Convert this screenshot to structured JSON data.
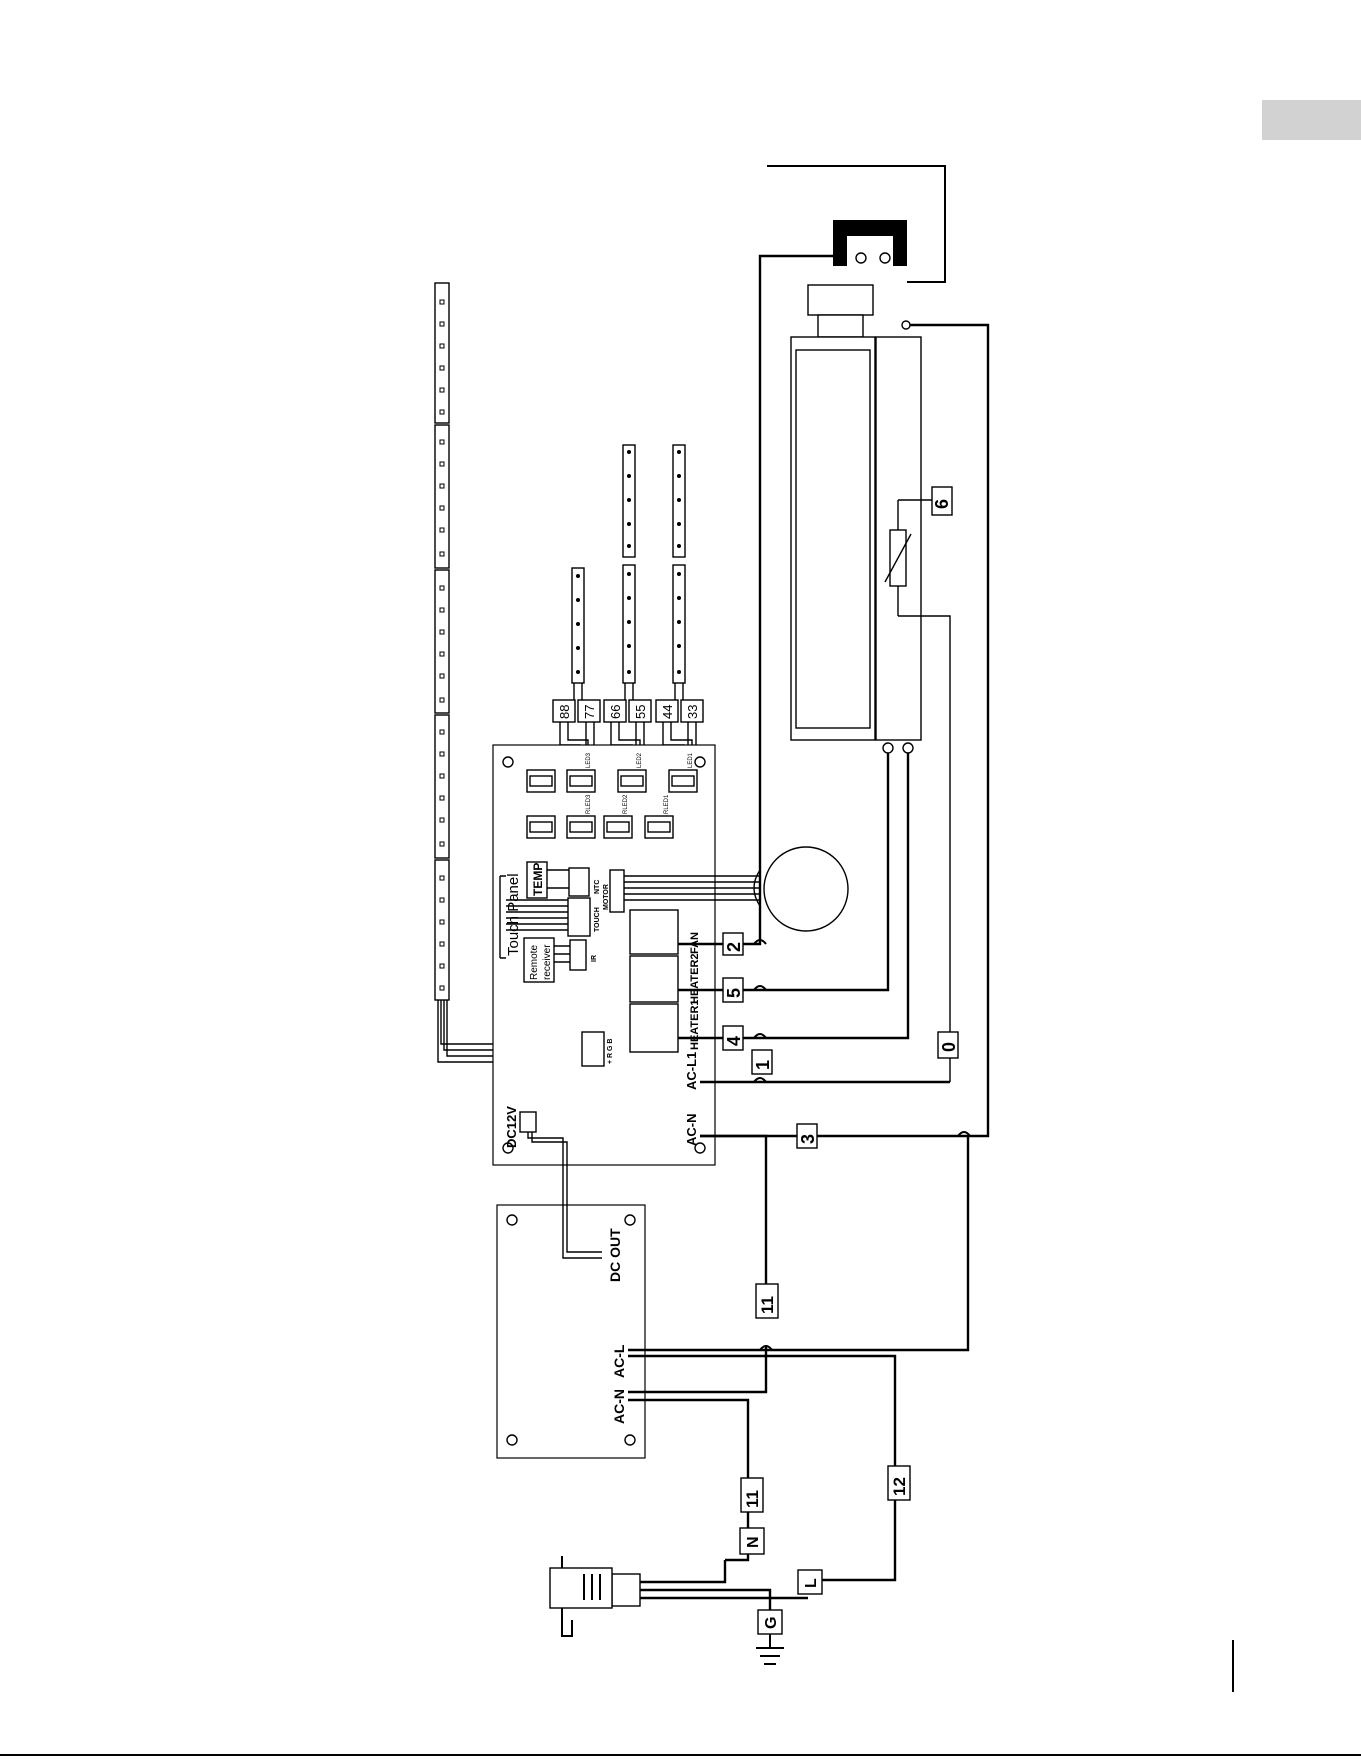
{
  "labels": {
    "touch_panel": "Touch Panel",
    "remote_receiver_1": "Remote",
    "remote_receiver_2": "receiver",
    "temp": "TEMP",
    "ntc": "NTC",
    "motor": "MOTOR",
    "touch": "TOUCH",
    "ir": "IR",
    "rgb": "+ R G B",
    "dc12v": "DC12V",
    "fan": "FAN",
    "heater2": "HEATER2",
    "heater1": "HEATER1",
    "ac_l1": "AC-L1",
    "ac_n_board": "AC-N",
    "dc_out": "DC OUT",
    "ac_l_psu": "AC-L",
    "ac_n_psu": "AC-N",
    "led1": "LED1",
    "led2": "LED2",
    "led3": "LED3",
    "rled1": "RLED1",
    "rled2": "RLED2",
    "rled3": "RLED3"
  },
  "plugs": [
    "88",
    "77",
    "66",
    "55",
    "44",
    "33"
  ],
  "wire_numbers": {
    "w2": "2",
    "w5": "5",
    "w4": "4",
    "w1": "1",
    "w3": "3",
    "w0": "0",
    "w6": "6",
    "w11a": "11",
    "w11b": "11",
    "w12": "12",
    "n": "N",
    "l": "L",
    "g": "G"
  },
  "colors": {
    "line": "#000000",
    "tab": "#d2d2d2"
  }
}
